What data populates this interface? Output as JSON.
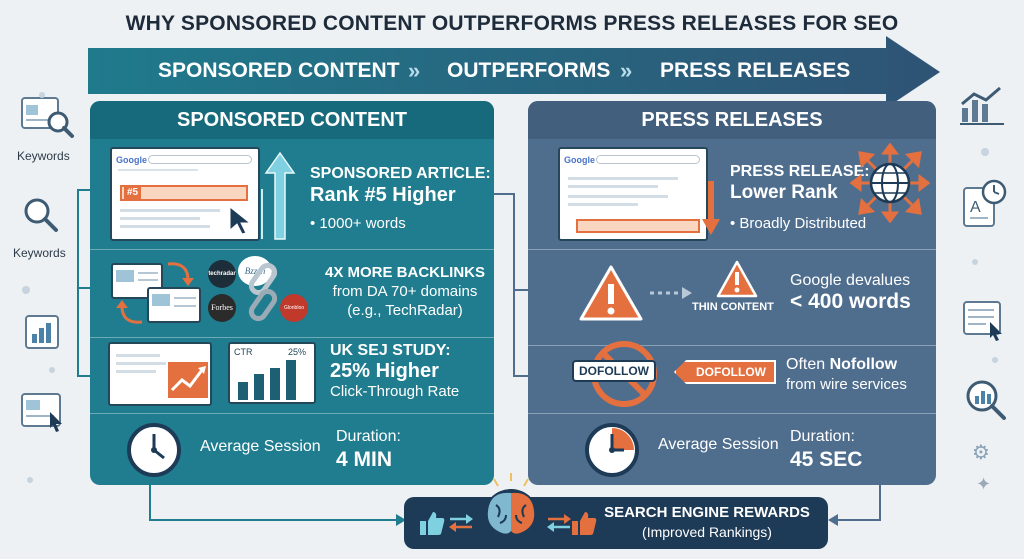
{
  "title": "WHY SPONSORED CONTENT OUTPERFORMS PRESS RELEASES FOR SEO",
  "banner": {
    "items": [
      "SPONSORED CONTENT",
      "OUTPERFORMS",
      "PRESS RELEASES"
    ],
    "separator": "»"
  },
  "left_sidebar": {
    "labels": [
      "Keywords",
      "Keywords"
    ]
  },
  "sponsored": {
    "heading": "SPONSORED CONTENT",
    "rank": {
      "browser_brand": "Google",
      "badge": "#5",
      "title_line1": "SPONSORED ARTICLE:",
      "title_line2": "Rank #5 Higher",
      "bullet": "• 1000+ words"
    },
    "backlinks": {
      "line1": "4X MORE BACKLINKS",
      "line2": "from DA 70+ domains",
      "line3": "(e.g., TechRadar)",
      "logos": [
        "techradar",
        "Forbes",
        "Bzzsh",
        "Glonbloo"
      ]
    },
    "study": {
      "ctr_label": "CTR",
      "ctr_value": "25%",
      "line1": "UK SEJ STUDY:",
      "line2": "25% Higher",
      "line3": "Click-Through Rate"
    },
    "session": {
      "label": "Average Session",
      "duration_label": "Duration:",
      "duration_value": "4 MIN"
    }
  },
  "press": {
    "heading": "PRESS RELEASES",
    "rank": {
      "browser_brand": "Google",
      "title_line1": "PRESS RELEASE:",
      "title_line2": "Lower Rank",
      "bullet": "• Broadly Distributed"
    },
    "thin": {
      "label": "THIN CONTENT",
      "line1": "Google devalues",
      "line2": "< 400 words"
    },
    "follow": {
      "crossed_label": "DOFOLLOW",
      "tag_label": "DOFOLLOW",
      "line1_prefix": "Often ",
      "line1_bold": "Nofollow",
      "line2": "from wire services"
    },
    "session": {
      "label": "Average Session",
      "duration_label": "Duration:",
      "duration_value": "45 SEC"
    }
  },
  "reward": {
    "line1": "SEARCH ENGINE REWARDS",
    "line2": "(Improved Rankings)"
  },
  "colors": {
    "teal": "#1f7d8f",
    "slate": "#4f6e8e",
    "orange": "#e4703f",
    "navy": "#1d3a56"
  }
}
